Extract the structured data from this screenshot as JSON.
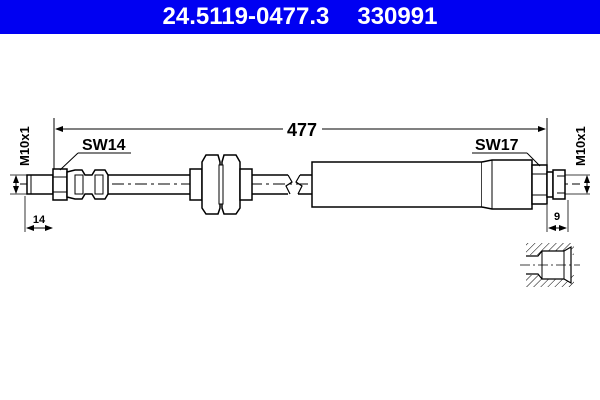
{
  "header": {
    "part_number": "24.5119-0477.3",
    "ref_number": "330991",
    "background_color": "#0000f2"
  },
  "diagram": {
    "title": "Brake hose technical drawing",
    "dimensions": {
      "overall_length": "477",
      "left_thread": "M10x1",
      "right_thread": "M10x1",
      "left_thread_length": "14",
      "right_thread_length": "9"
    },
    "wrench_sizes": {
      "left": "SW14",
      "right": "SW17"
    },
    "detail_view": "female-thread-port-section"
  }
}
